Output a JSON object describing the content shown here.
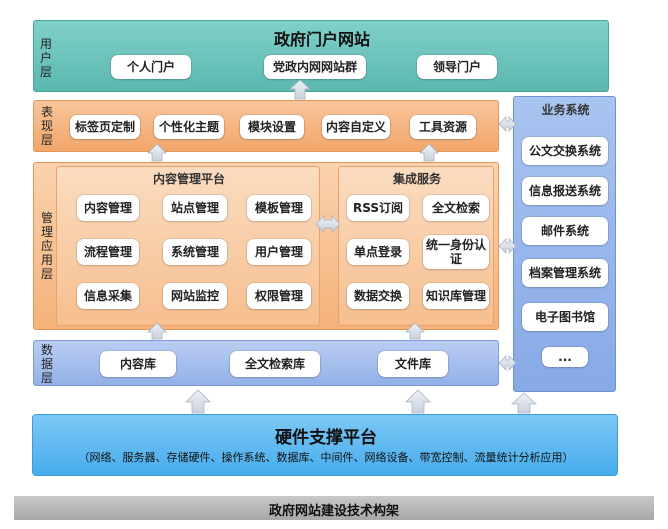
{
  "user_layer": {
    "label": "用户层",
    "title": "政府门户网站",
    "items": [
      "个人门户",
      "党政内网网站群",
      "领导门户"
    ]
  },
  "presentation_layer": {
    "label": "表现层",
    "items": [
      "标签页定制",
      "个性化主题",
      "模块设置",
      "内容自定义",
      "工具资源"
    ]
  },
  "management_layer": {
    "label": "管理应用层",
    "cms": {
      "title": "内容管理平台",
      "items": [
        "内容管理",
        "站点管理",
        "模板管理",
        "流程管理",
        "系统管理",
        "用户管理",
        "信息采集",
        "网站监控",
        "权限管理"
      ]
    },
    "integration": {
      "title": "集成服务",
      "items": [
        "RSS订阅",
        "全文检索",
        "单点登录",
        "统一身份认证",
        "数据交换",
        "知识库管理"
      ]
    }
  },
  "data_layer": {
    "label": "数据层",
    "items": [
      "内容库",
      "全文检索库",
      "文件库"
    ]
  },
  "business_system": {
    "title": "业务系统",
    "items": [
      "公文交换系统",
      "信息报送系统",
      "邮件系统",
      "档案管理系统",
      "电子图书馆",
      "..."
    ]
  },
  "hardware": {
    "title": "硬件支撑平台",
    "subtitle": "（网络、服务器、存储硬件、操作系统、数据库、中间件、网络设备、带宽控制、流量统计分析应用）"
  },
  "footer": {
    "caption": "政府网站建设技术构架"
  },
  "colors": {
    "user_layer": "#6cc4bc",
    "orange_layer": "#f5b27a",
    "data_layer": "#a3bdee",
    "hardware": "#5fb8f0",
    "footer": "#b8b8b8",
    "arrow": "#d7dde6"
  }
}
